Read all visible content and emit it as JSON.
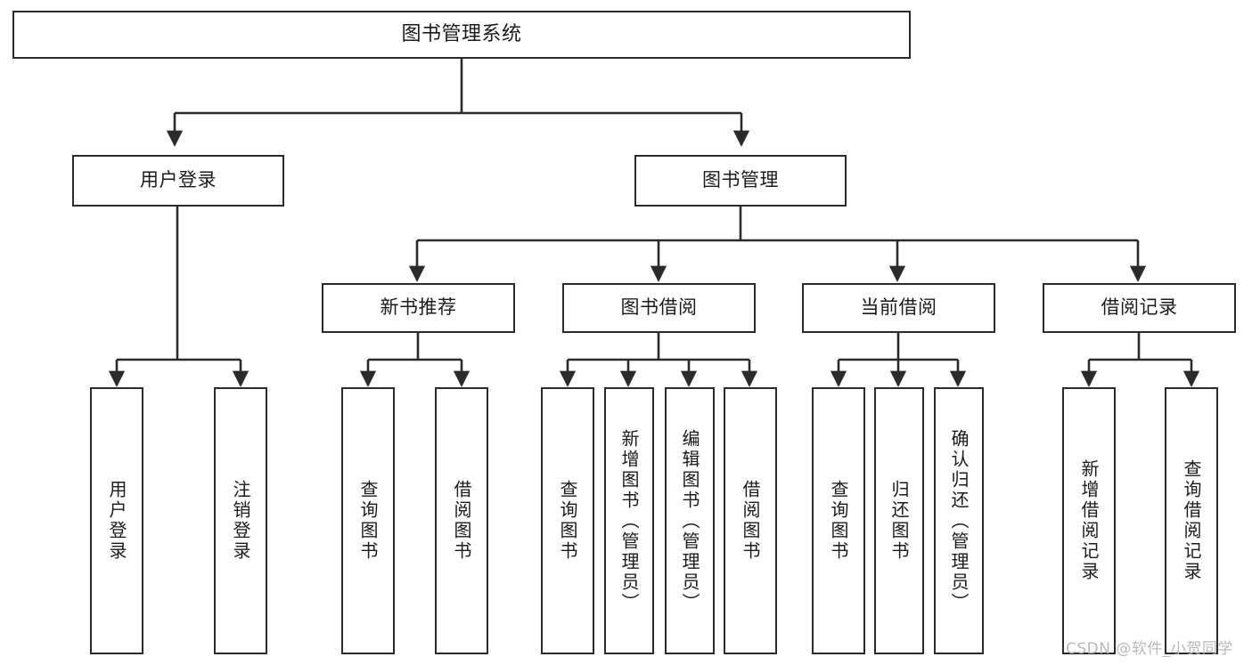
{
  "diagram": {
    "title": "图书管理系统",
    "type": "tree-hierarchy",
    "stroke_color": "#2b2b2b",
    "background_color": "#ffffff",
    "text_color": "#1b1b1b"
  },
  "watermark": {
    "text": "CSDN @软件_小贺同学",
    "color": "#b9b9b9"
  },
  "nodes": {
    "root": {
      "label": "图书管理系统"
    },
    "level1": [
      {
        "label": "用户登录"
      },
      {
        "label": "图书管理"
      }
    ],
    "level2": [
      {
        "label": "新书推荐"
      },
      {
        "label": "图书借阅"
      },
      {
        "label": "当前借阅"
      },
      {
        "label": "借阅记录"
      }
    ],
    "leaves_user_login": [
      {
        "label": "用户登录"
      },
      {
        "label": "注销登录"
      }
    ],
    "leaves_new_book": [
      {
        "label": "查询图书"
      },
      {
        "label": "借阅图书"
      }
    ],
    "leaves_borrow": [
      {
        "label": "查询图书"
      },
      {
        "label": "新增图书（管理员）"
      },
      {
        "label": "编辑图书（管理员）"
      },
      {
        "label": "借阅图书"
      }
    ],
    "leaves_current": [
      {
        "label": "查询图书"
      },
      {
        "label": "归还图书"
      },
      {
        "label": "确认归还（管理员）"
      }
    ],
    "leaves_record": [
      {
        "label": "新增借阅记录"
      },
      {
        "label": "查询借阅记录"
      }
    ]
  }
}
